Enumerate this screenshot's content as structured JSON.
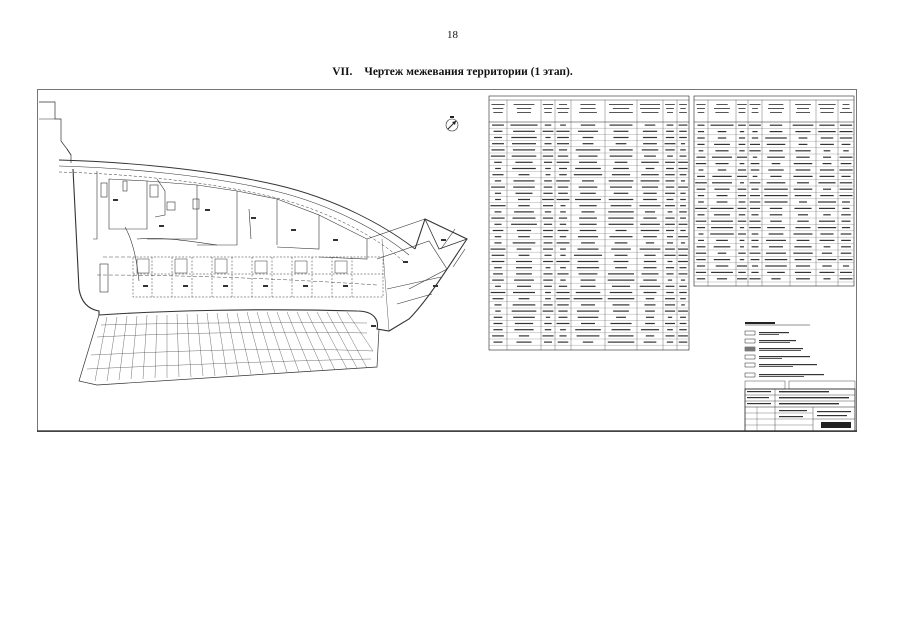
{
  "page": {
    "number": "18",
    "section_numeral": "VII.",
    "section_title": "Чертеж межевания территории (1 этап)."
  }
}
